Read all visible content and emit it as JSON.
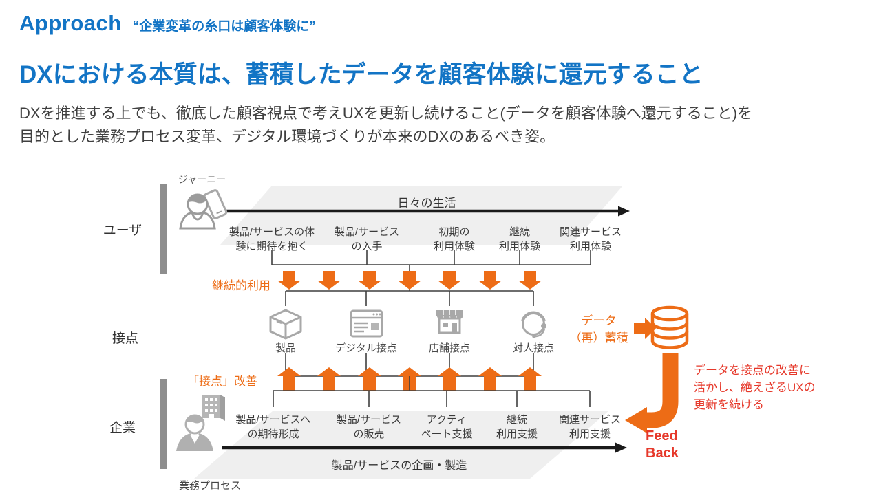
{
  "colors": {
    "blue": "#1274c5",
    "orange": "#ed6c16",
    "red": "#e6382a",
    "text_dark": "#3a3a3a",
    "icon_gray": "#a8a8a8",
    "band_gray": "#efefef",
    "bar_gray": "#8e8e8e"
  },
  "header": {
    "approach": "Approach",
    "quote": "“企業変革の糸口は顧客体験に”",
    "title": "DXにおける本質は、蓄積したデータを顧客体験に還元すること",
    "body_line1": "DXを推進する上でも、徹底した顧客視点で考えUXを更新し続けること(データを顧客体験へ還元すること)を",
    "body_line2": "目的とした業務プロセス変革、デジタル環境づくりが本来のDXのあるべき姿。"
  },
  "diagram": {
    "row_user": "ユーザ",
    "row_touchpoint": "接点",
    "row_company": "企業",
    "journey": "ジャーニー",
    "daily_life": "日々の生活",
    "user_stages": [
      {
        "line1": "製品/サービスの体",
        "line2": "験に期待を抱く"
      },
      {
        "line1": "製品/サービス",
        "line2": "の入手"
      },
      {
        "line1": "初期の",
        "line2": "利用体験"
      },
      {
        "line1": "継続",
        "line2": "利用体験"
      },
      {
        "line1": "関連サービス",
        "line2": "利用体験"
      }
    ],
    "continuous_use": "継続的利用",
    "touchpoints": [
      "製品",
      "デジタル接点",
      "店舗接点",
      "対人接点"
    ],
    "data_accumulation": {
      "line1": "データ",
      "line2": "（再）蓄積"
    },
    "improvement": "「接点」改善",
    "company_stages": [
      {
        "line1": "製品/サービスへ",
        "line2": "の期待形成"
      },
      {
        "line1": "製品/サービス",
        "line2": "の販売"
      },
      {
        "line1": "アクティ",
        "line2": "ベート支援"
      },
      {
        "line1": "継続",
        "line2": "利用支援"
      },
      {
        "line1": "関連サービス",
        "line2": "利用支援"
      }
    ],
    "planning": "製品/サービスの企画・製造",
    "process": "業務プロセス",
    "feedback": {
      "line1": "Feed",
      "line2": "Back"
    },
    "annotation": {
      "line1": "データを接点の改善に",
      "line2": "活かし、絶えざるUXの",
      "line3": "更新を続ける"
    }
  }
}
